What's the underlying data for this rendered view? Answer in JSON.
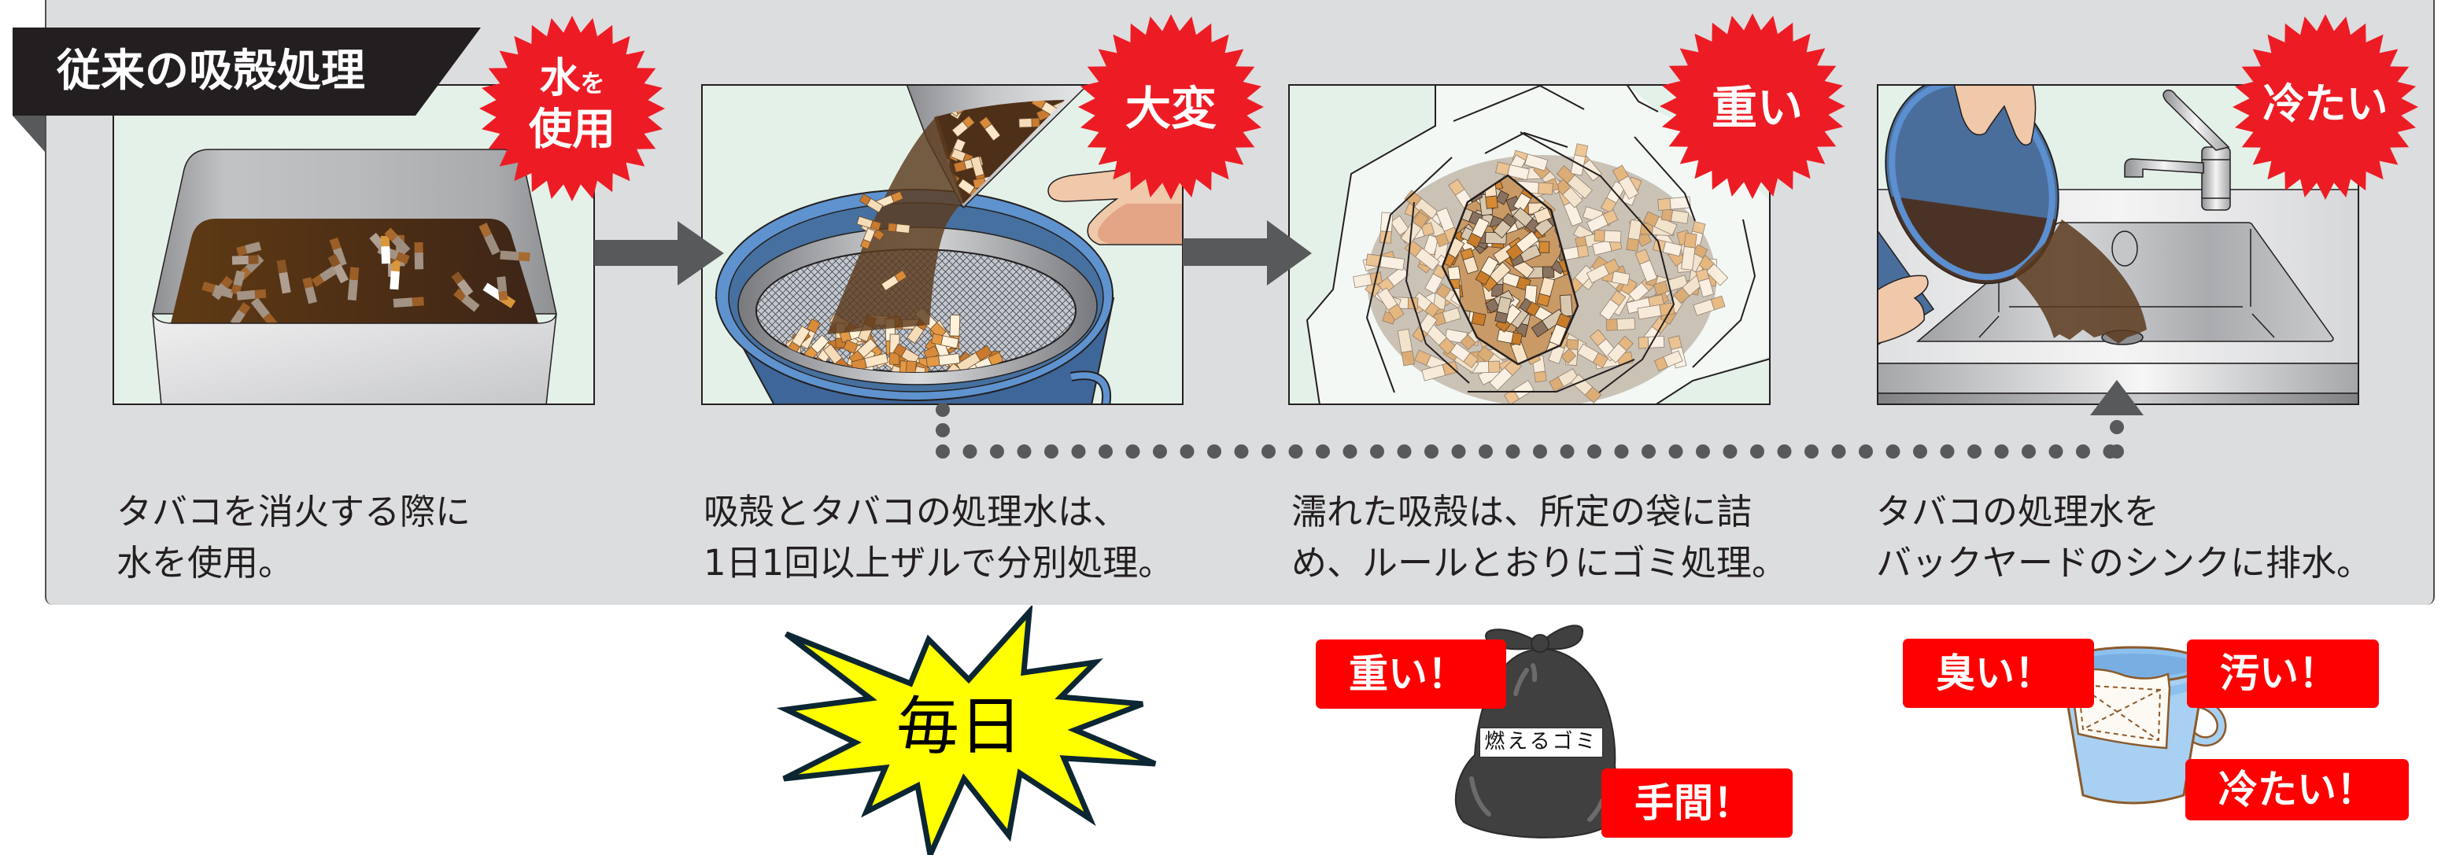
{
  "header": {
    "title": "従来の吸殻処理"
  },
  "steps": [
    {
      "badge": {
        "main": "水",
        "small": "を",
        "line2": "使用"
      },
      "illustration": "ashtray-with-water-and-cigarette-butts",
      "description": {
        "line1": "タバコを消火する際に",
        "line2": "水を使用。"
      }
    },
    {
      "badge": {
        "text": "大変"
      },
      "illustration": "pouring-butts-into-strainer-bucket",
      "description": {
        "line1": "吸殻とタバコの処理水は、",
        "line2": "1日1回以上ザルで分別処理。"
      }
    },
    {
      "badge": {
        "text": "重い"
      },
      "illustration": "wet-butts-packed-in-plastic-bag",
      "description": {
        "line1": "濡れた吸殻は、所定の袋に詰",
        "line2": "め、ルールとおりにゴミ処理。"
      }
    },
    {
      "badge": {
        "text": "冷たい"
      },
      "illustration": "pouring-waste-water-into-sink",
      "description": {
        "line1": "タバコの処理水を",
        "line2": "バックヤードのシンクに排水。"
      }
    }
  ],
  "flow_icons": {
    "step_arrow": "arrow-right-icon",
    "return_arrow": "arrow-up-icon",
    "connector": "dotted-line"
  },
  "callouts": {
    "daily": {
      "text": "毎日",
      "icon": "yellow-starburst-icon"
    },
    "garbage": {
      "icon": "garbage-bag-icon",
      "bag_label": "燃えるゴミ",
      "tags": [
        "重い！",
        "手間！"
      ]
    },
    "bucket": {
      "icon": "bucket-with-rag-icon",
      "tags": [
        "臭い！",
        "汚い！",
        "冷たい！"
      ]
    }
  },
  "colors": {
    "panel_background": "#dcdddf",
    "frame_background": "#e4f1e8",
    "badge_red": "#ed1c24",
    "tag_red": "#ff0000",
    "arrow_gray": "#58595b",
    "daily_burst_yellow": "#ffff00",
    "title_background": "#231f20",
    "text": "#231f20"
  }
}
